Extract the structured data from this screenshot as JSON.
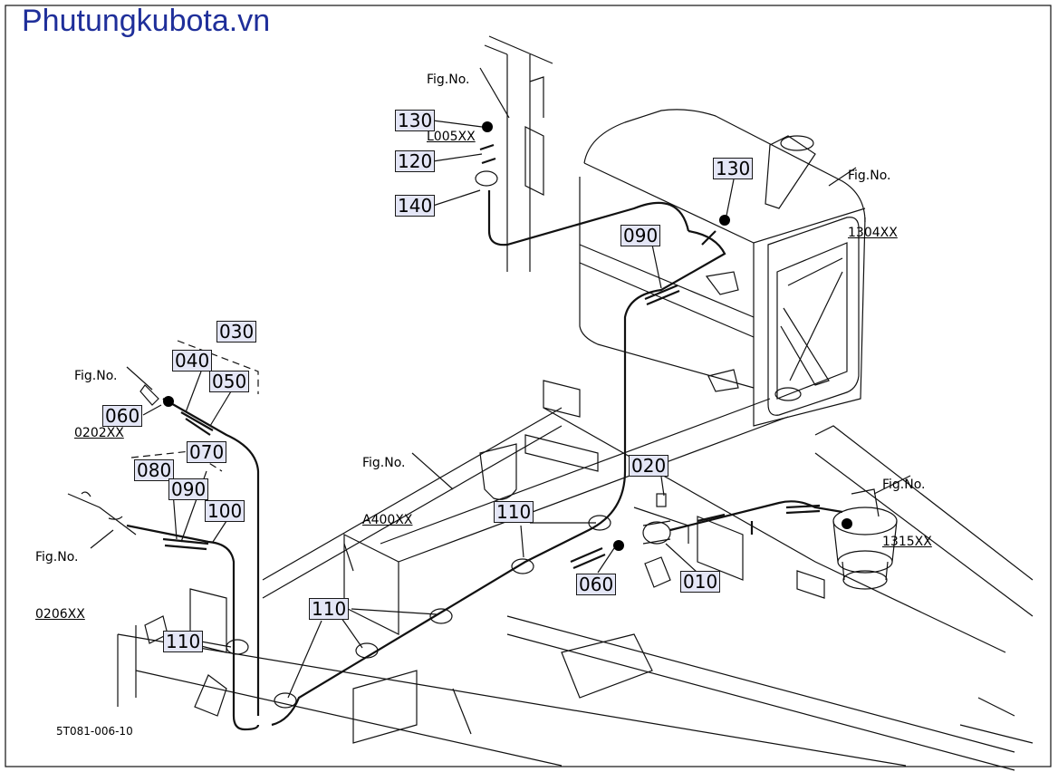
{
  "brand": {
    "text": "Phutungkubota.vn",
    "color": "#1f2f9a"
  },
  "drawing_code": "5T081-006-10",
  "figure_refs": [
    {
      "id": "ref-l005",
      "label": "Fig.No.",
      "code": "L005XX"
    },
    {
      "id": "ref-1304",
      "label": "Fig.No.",
      "code": "1304XX"
    },
    {
      "id": "ref-0202",
      "label": "Fig.No.",
      "code": "0202XX"
    },
    {
      "id": "ref-a400",
      "label": "Fig.No.",
      "code": "A400XX"
    },
    {
      "id": "ref-1315",
      "label": "Fig.No.",
      "code": "1315XX"
    },
    {
      "id": "ref-0206",
      "label": "Fig.No.",
      "code": "0206XX"
    }
  ],
  "callouts": {
    "c130a": "130",
    "c120": "120",
    "c140": "140",
    "c130b": "130",
    "c090a": "090",
    "c030": "030",
    "c040": "040",
    "c050": "050",
    "c060a": "060",
    "c070": "070",
    "c080": "080",
    "c090b": "090",
    "c100": "100",
    "c020": "020",
    "c110a": "110",
    "c060b": "060",
    "c010": "010",
    "c110b": "110",
    "c110c": "110"
  },
  "colors": {
    "callout_fill": "#e4e6f6",
    "line": "#111111"
  }
}
